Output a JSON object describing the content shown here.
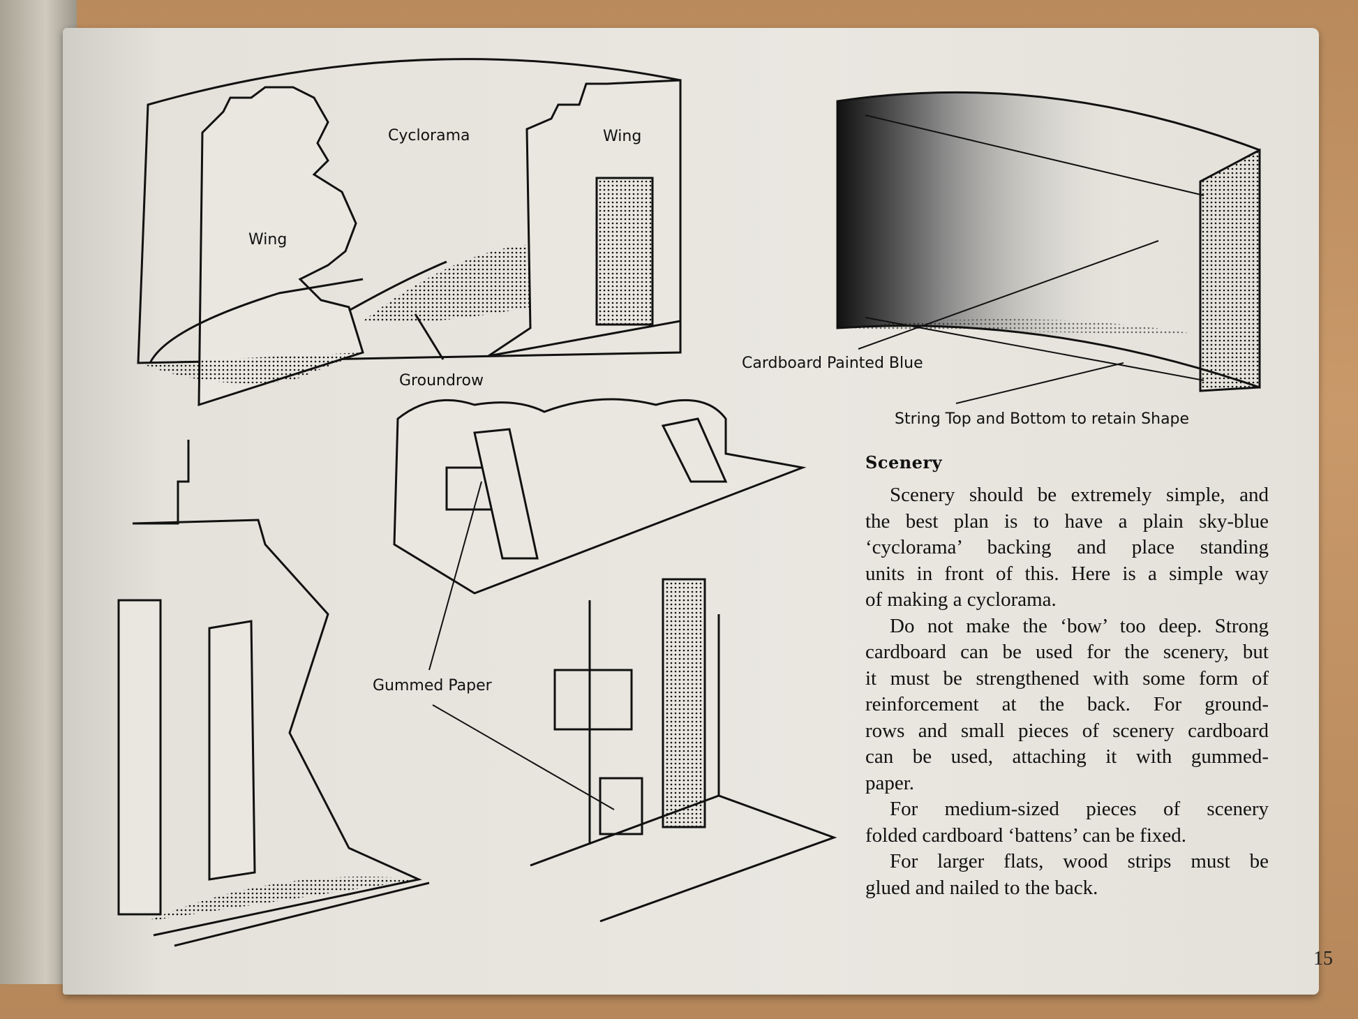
{
  "labels": {
    "cyclorama": "Cyclorama",
    "wing_right": "Wing",
    "wing_left": "Wing",
    "groundrow": "Groundrow",
    "cardboard": "Cardboard Painted Blue",
    "string": "String Top and Bottom to retain Shape",
    "gummed": "Gummed Paper"
  },
  "article": {
    "heading": "Scenery",
    "paragraphs": [
      [
        "Scenery should be extremely simple, and",
        "the best plan is to have a plain sky-blue",
        "‘cyclorama’ backing and place standing",
        "units in front of this. Here is a simple way",
        "of making a cyclorama."
      ],
      [
        "Do not make the ‘bow’ too deep. Strong",
        "cardboard can be used for the scenery, but",
        "it must be strengthened with some form of",
        "reinforcement at the back. For ground-",
        "rows and small pieces of scenery cardboard",
        "can be used, attaching it with gummed-",
        "paper."
      ],
      [
        "For medium-sized pieces of scenery",
        "folded cardboard ‘battens’ can be fixed."
      ],
      [
        "For larger flats, wood strips must be",
        "glued and nailed to the back."
      ]
    ]
  },
  "page_number": "15"
}
